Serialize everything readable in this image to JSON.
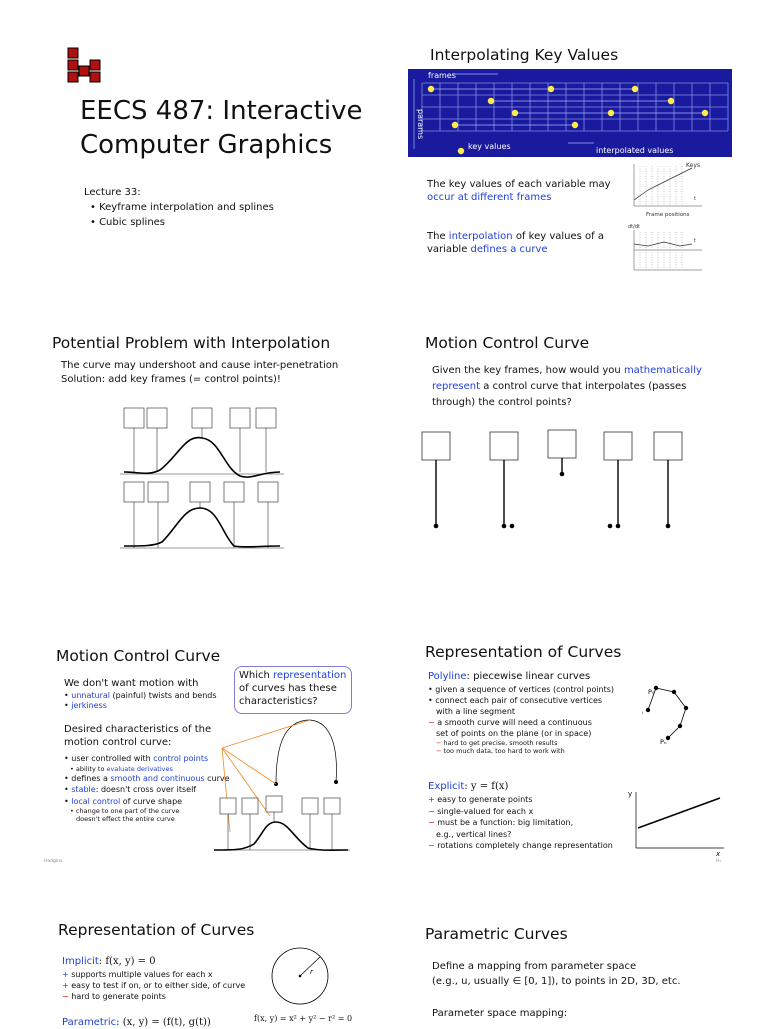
{
  "s1": {
    "course": "EECS 487: Interactive",
    "course2": "Computer Graphics",
    "lecture": "Lecture 33:",
    "bullets": [
      "Keyframe interpolation and splines",
      "Cubic splines"
    ]
  },
  "s2": {
    "title": "Interpolating Key Values",
    "frames_label": "frames",
    "params_label": "params",
    "key_values_label": "key values",
    "interp_label": "interpolated values",
    "text1_a": "The key values of each variable may",
    "text1_b": "occur at different frames",
    "text2_a": "The",
    "text2_b": "interpolation",
    "text2_c": "of key values of a",
    "text2_d": "variable",
    "text2_e": "defines a curve",
    "plot_keys": "Keys",
    "plot_t": "t",
    "plot_frame_positions": "Frame positions",
    "plot_dt": "dt/dt",
    "plot_t2": "t"
  },
  "s3": {
    "title": "Potential Problem with Interpolation",
    "line1": "The curve may undershoot and cause inter-penetration",
    "line2": "Solution: add key frames (= control points)!"
  },
  "s4": {
    "title": "Motion Control Curve",
    "text_a": "Given the key frames, how would you",
    "text_b": "mathematically",
    "text_c": "represent",
    "text_d": "a control curve that interpolates (passes",
    "text_e": "through) the control points?"
  },
  "s5": {
    "title": "Motion Control Curve",
    "intro": "We don't want motion with",
    "b1_blue": "unnatural",
    "b1_rest": "(painful) twists and bends",
    "b2_blue": "jerkiness",
    "desired1": "Desired characteristics of the",
    "desired2": "motion control curve:",
    "c1_rest": "user controlled with",
    "c1_blue": "control points",
    "c1_sub_a": "ability to",
    "c1_sub_b": "evaluate derivatives",
    "c2_rest": "defines a",
    "c2_blue": "smooth and continuous",
    "c2_end": "curve",
    "c3_blue": "stable",
    "c3_rest": ": doesn't cross over itself",
    "c4_blue": "local control",
    "c4_rest": "of curve shape",
    "c4_sub1": "change to one part of the curve",
    "c4_sub2": "doesn't effect the entire curve",
    "box_a": "Which",
    "box_b": "representation",
    "box_c": "of curves has these",
    "box_d": "characteristics?",
    "footer": "Hadgins"
  },
  "s6": {
    "title": "Representation of Curves",
    "poly_blue": "Polyline",
    "poly_rest": ": piecewise linear curves",
    "p1": "given a sequence of vertices (control points)",
    "p2a": "connect each pair of consecutive vertices",
    "p2b": "with a line segment",
    "p3a": "a smooth curve will need a continuous",
    "p3b": "set of points on the plane (or in space)",
    "p3s1": "hard to get precise, smooth results",
    "p3s2": "too much data, too hard to work with",
    "explicit_blue": "Explicit",
    "explicit_eq": ": y = f(x)",
    "e1": "easy to generate points",
    "e2": "single-valued for each x",
    "e3a": "must be a function: big limitation,",
    "e3b": "e.g., vertical lines?",
    "e4": "rotations completely change representation",
    "lbl_p0": "P₀",
    "lbl_pi": "Pᵢ",
    "lbl_pn": "Pₙ",
    "axis_y": "y",
    "axis_x": "x",
    "footer": "Hₓ"
  },
  "s7": {
    "title": "Representation of Curves",
    "implicit_blue": "Implicit",
    "implicit_eq": ": f(x, y) = 0",
    "i1": "supports multiple values for each x",
    "i2": "easy to test if on, or to either side, of curve",
    "i3": "hard to generate points",
    "param_blue": "Parametric",
    "param_eq": ": (x, y) = (f(t), g(t))",
    "circle_eq": "f(x, y) = x² + y² − r² = 0",
    "r_label": "r"
  },
  "s8": {
    "title": "Parametric Curves",
    "l1": "Define a mapping from parameter space",
    "l2": "(e.g., u, usually ∈ [0, 1]), to points in 2D, 3D, etc.",
    "l3": "Parameter space mapping:"
  }
}
